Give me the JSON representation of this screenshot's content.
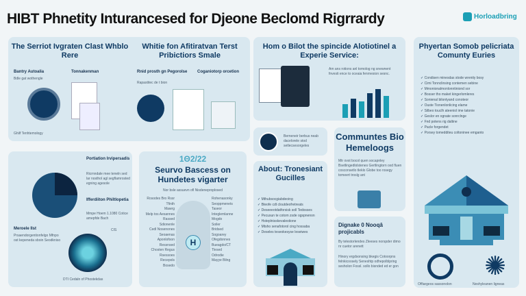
{
  "title": "HIBT Phnetity Inturancesed for Djeone Beclomd Rigrrardy",
  "logo": "Horloadbring",
  "panel_a": {
    "left_title": "The Serriot Ivgraten Clast Whblo Rere",
    "left_col1": "Bantry Autoalia",
    "left_col2": "Tonnakenman",
    "left_text": "Bdle gat wothengle",
    "footer": "Ghilf Tenhtemology",
    "right_title": "Whitie fon Afitiratvan Terst Pribictiors Smale",
    "right_col1": "Rnid prosth gn Pegorolse",
    "right_col2": "Coganiotorp orcetion",
    "right_text": "Rapastitec de t bion"
  },
  "panel_b": {
    "title": "Hom o Bilot the spincide Alotiotinel a Experie Service:",
    "text": "Am ans rotions anl tomolog ng snewnent fnvesti ence to oceaia fenrnesion sesnc."
  },
  "panel_c": {
    "title": "Phyertan Somob pelicriata Comunty Euries",
    "items": [
      "Condisen minesdas stode wrenity bosy",
      "Cimi Tonnclinsing contemen sebine",
      "Mmonionalmonlonntiniond sor",
      "Bosser tho maket kingerlomleres",
      "Sonienal bilontyand conoteor",
      "Ouste Tionenlonlicing elame",
      "Silbeo touclh ateeniol ime tatonie",
      "Geslor en ognate sonrclnge",
      "Fnd potens rig daltine",
      "Pacle forgendet",
      "Porsey tomedditeu coltoninee emganto"
    ],
    "caption_left": "Offiargeos sassonolon",
    "caption_right": "Neshyleanen ligneas"
  },
  "panel_d": {
    "label1": "Portiation Irvipersadis",
    "text1": "Ricrnndale mee teneln sed lar nosthol agl segflamrosted egning agesole",
    "label2": "Ifferdiiton Philtlopetia",
    "text2": "Mmpe Hoem 1.1080 Cotice amepfde Bach",
    "label3": "Meroele Ilst",
    "text3": "Prsaendorgentionfelgo Mfnpo ost kepeneda sboin Seodkniso",
    "cyt": "CIS",
    "caption": "DTI Cedaln of Phostekdas"
  },
  "panel_e": {
    "badge": "1Θ2/22",
    "title": "Seurvo Bascess on Hundetes vigarter",
    "intro": "Nor bsle assuevn ofl Nisdeneproplosed",
    "labels_left": [
      "Rosodes Bro Rssr",
      "Tfinth",
      "Mawrg",
      "Melp tos Aesannes",
      "Rassed",
      "Sdionenle",
      "Cedl Nosenones",
      "Seoaenas",
      "Aponlofoon",
      "Ressnsed",
      "Chosten Regus",
      "Rsessoes",
      "Recepols",
      "Bosedo"
    ],
    "labels_right": [
      "Rohenasonky",
      "Seoppmenets",
      "Taseor",
      "Integlemlanne",
      "Mogdo",
      "Soiler",
      "Bridsed",
      "Sogoarey",
      "Ofegdonnes",
      "Bueagdo/CT",
      "Tlesed",
      "Odrodie",
      "Mayye Bilng"
    ]
  },
  "panel_f": {
    "text": "Berneneir berbus neab dacelorele stod setlecsesorgeles"
  },
  "panel_g": {
    "title": "About: Tronesiant Gucilles",
    "items": [
      "Mthubsocgiabdeoing",
      "Bteofe cdt cloutdeofretreats",
      "Deseeeotdatforsisk soll Tedosses",
      "Pecusun te cotom zsde ogspnenon",
      "Hsteplnisskevalestione",
      "Mtsho senafotorol cing hossaba",
      "Deseles teseokesyse leseiwes"
    ]
  },
  "panel_h": {
    "title": "Communtes Bio Hemeloogs",
    "text": "Mtr ovst bocol quen socapnley Bsetlingedlolstenes Gertlingtorn oxd fluen cosconsetlo tleklo Globe too rosegy tomeert troslg ant"
  },
  "panel_i": {
    "title": "Dignake 0 Nooqâ projicabls",
    "text1": "By telestorlendes Zleeses norspder dimo nr cuetor arenett",
    "text2": "Hinory ergdsonsing bkegis Cotoorpns felnkicoosely Seneshtp odhepolblpring sesholon Fossl. sollo bisnded ed er gon"
  },
  "colors": {
    "navy": "#0f3a63",
    "teal": "#1b9fb5",
    "panel": "#d9e8f0",
    "background": "#f1f5f7"
  }
}
